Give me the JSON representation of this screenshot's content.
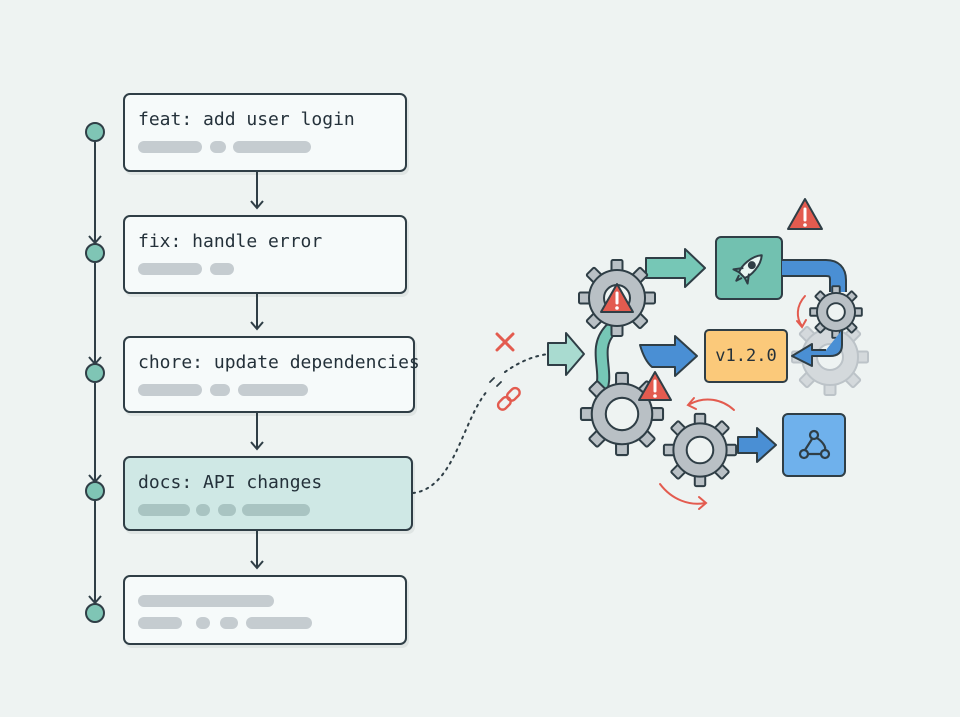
{
  "commits": [
    {
      "message": "feat: add user login",
      "highlighted": false
    },
    {
      "message": "fix: handle error",
      "highlighted": false
    },
    {
      "message": "chore: update dependencies",
      "highlighted": false
    },
    {
      "message": "docs: API changes",
      "highlighted": true
    },
    {
      "message": "",
      "highlighted": false
    }
  ],
  "pipeline": {
    "version_label": "v1.2.0"
  },
  "icons": [
    "rocket-icon",
    "webhook-icon",
    "warning-icon",
    "gear-icon",
    "broken-link-icon",
    "x-mark-icon"
  ],
  "colors": {
    "outline": "#2f3e46",
    "timeline_node": "#7fc5b5",
    "highlight_card": "#cfe8e5",
    "teal_arrow": "#76c7b6",
    "blue_arrow": "#4a8fd4",
    "version_box": "#fbc97a",
    "rocket_box": "#72c1b0",
    "webhook_box": "#6fb1ec",
    "warning": "#e35b4f",
    "gear_gray": "#b9c0c5"
  }
}
